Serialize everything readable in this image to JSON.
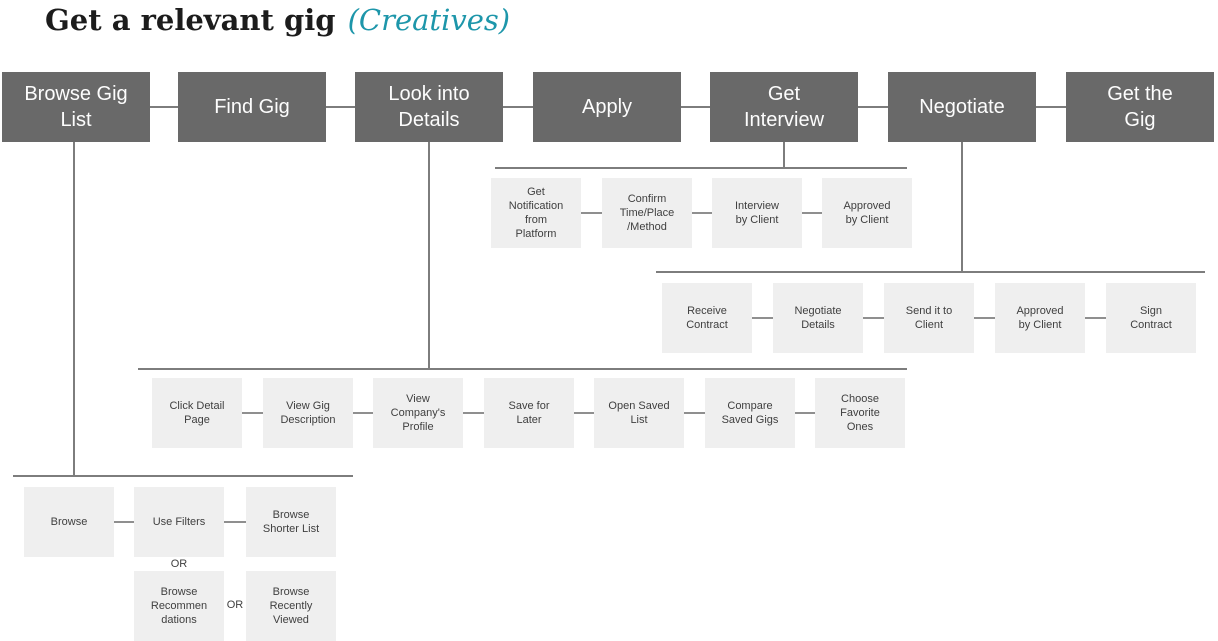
{
  "title": {
    "text": "Get a relevant gig",
    "annotation": "(Creatives)"
  },
  "colors": {
    "accent_teal": "#1d96aa",
    "main_box_bg": "#696969",
    "main_box_text": "#fdfdfd",
    "sub_box_bg": "#efefef",
    "sub_box_text": "#3f3f3f",
    "connector_line": "#7d7d7d"
  },
  "main_flow": {
    "steps": [
      {
        "id": "browse-gig-list",
        "text": "Browse Gig\nList"
      },
      {
        "id": "find-gig",
        "text": "Find Gig"
      },
      {
        "id": "look-into-details",
        "text": "Look into\nDetails"
      },
      {
        "id": "apply",
        "text": "Apply"
      },
      {
        "id": "get-interview",
        "text": "Get\nInterview"
      },
      {
        "id": "negotiate",
        "text": "Negotiate"
      },
      {
        "id": "get-the-gig",
        "text": "Get the\nGig"
      }
    ]
  },
  "sub_flows": {
    "interview": {
      "parent": "Get Interview",
      "steps": [
        {
          "text": "Get\nNotification\nfrom\nPlatform"
        },
        {
          "text": "Confirm\nTime/Place\n/Method"
        },
        {
          "text": "Interview\nby Client"
        },
        {
          "text": "Approved\nby Client"
        }
      ]
    },
    "negotiate": {
      "parent": "Negotiate",
      "steps": [
        {
          "text": "Receive\nContract"
        },
        {
          "text": "Negotiate\nDetails"
        },
        {
          "text": "Send it to\nClient"
        },
        {
          "text": "Approved\nby Client"
        },
        {
          "text": "Sign\nContract"
        }
      ]
    },
    "details": {
      "parent": "Look into Details",
      "steps": [
        {
          "text": "Click Detail\nPage"
        },
        {
          "text": "View Gig\nDescription"
        },
        {
          "text": "View\nCompany's\nProfile"
        },
        {
          "text": "Save for\nLater"
        },
        {
          "text": "Open Saved\nList"
        },
        {
          "text": "Compare\nSaved Gigs"
        },
        {
          "text": "Choose\nFavorite\nOnes"
        }
      ]
    },
    "browse": {
      "parent": "Browse Gig List",
      "steps": [
        {
          "text": "Browse"
        },
        {
          "text": "Use Filters"
        },
        {
          "text": "Browse\nShorter List"
        }
      ],
      "or_primary": "OR",
      "alt_steps": [
        {
          "text": "Browse\nRecommen\ndations"
        },
        {
          "text": "Browse\nRecently\nViewed"
        }
      ],
      "or_secondary": "OR"
    }
  }
}
